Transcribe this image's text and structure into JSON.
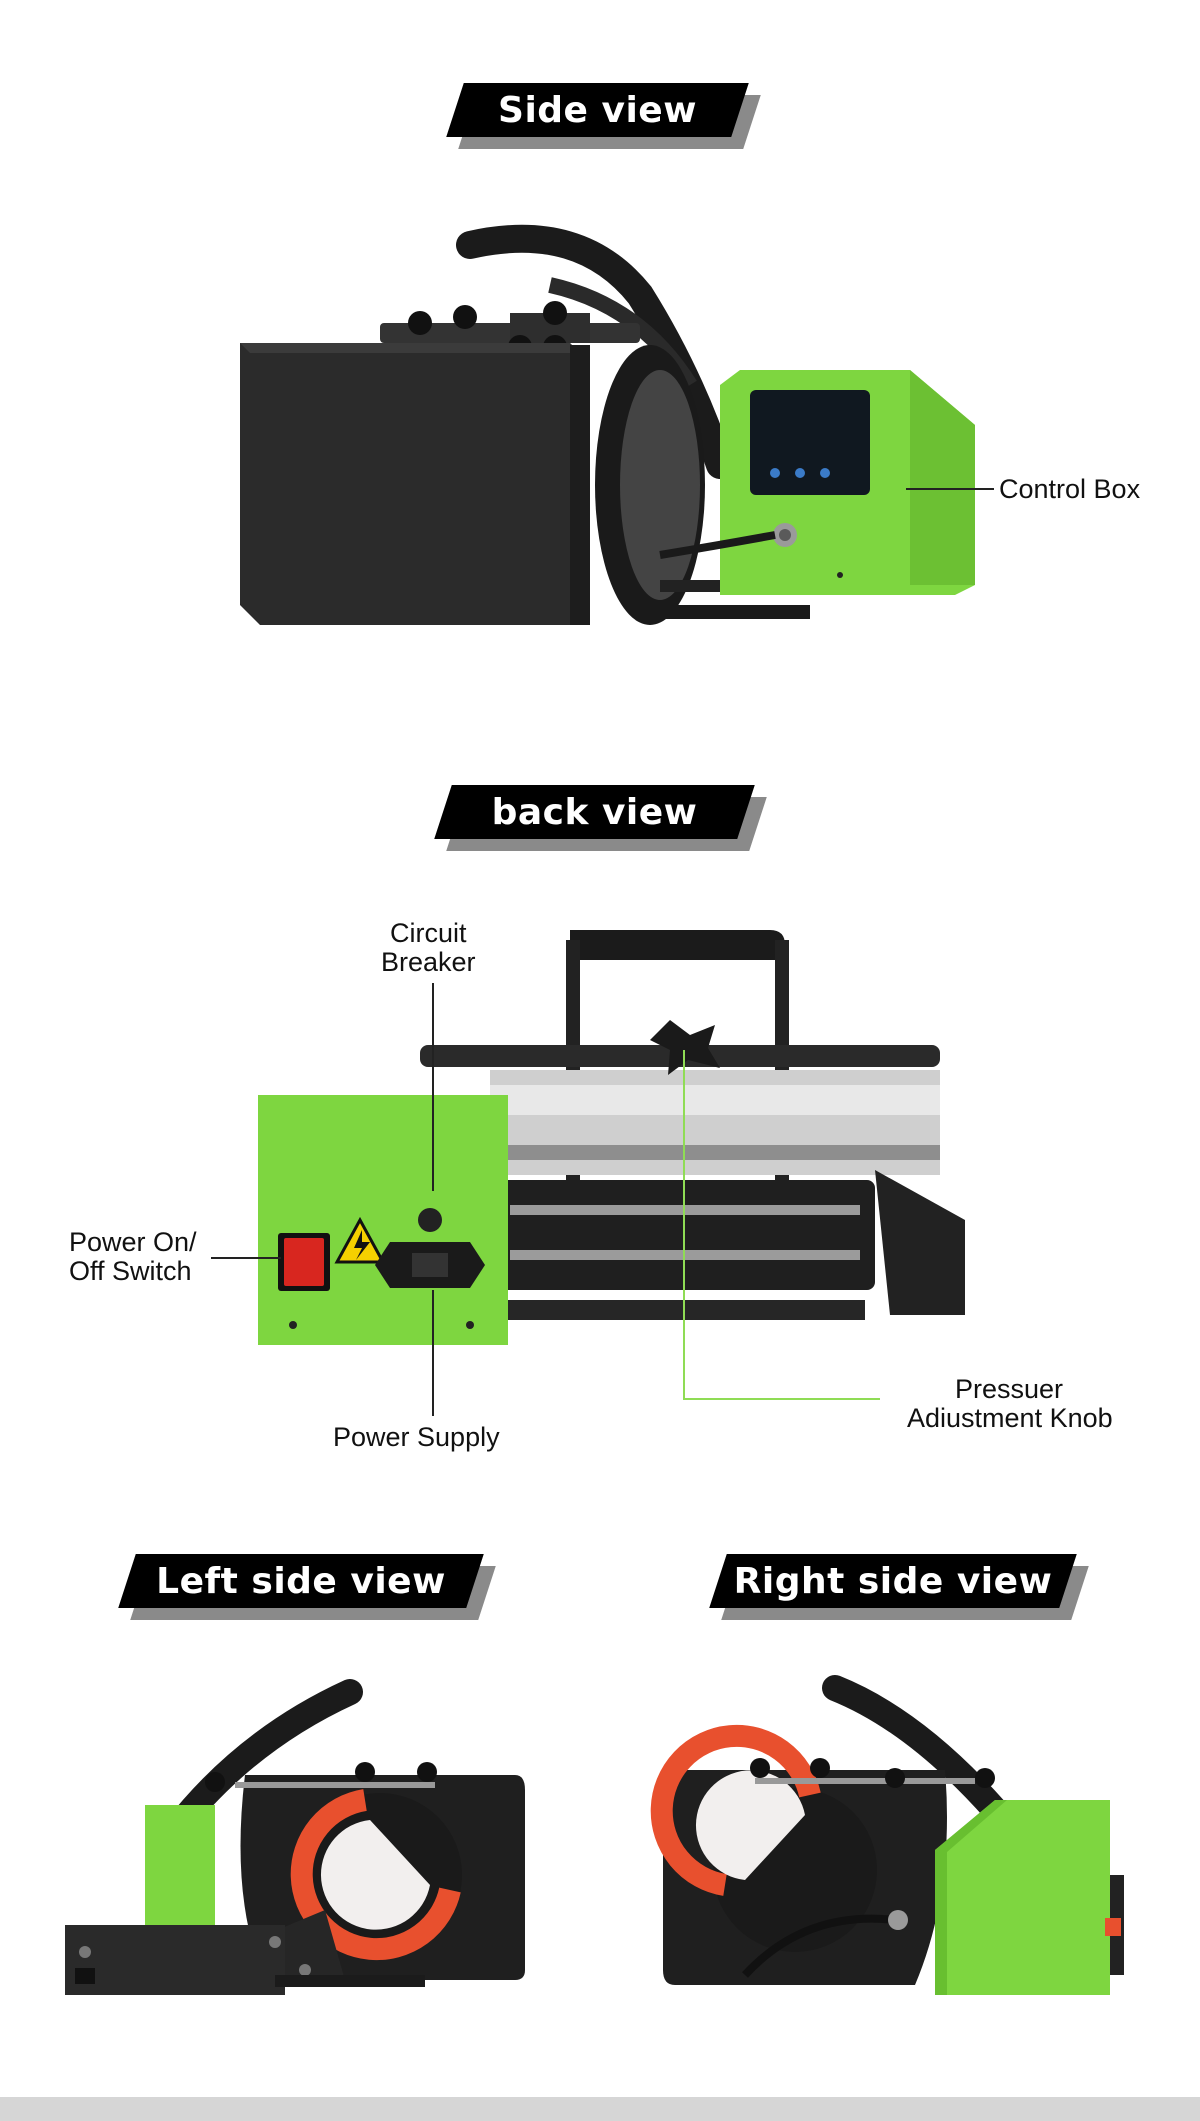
{
  "sections": {
    "side_view": {
      "title": "Side view"
    },
    "back_view": {
      "title": "back view"
    },
    "left_side_view": {
      "title": "Left side view"
    },
    "right_side_view": {
      "title": "Right side view"
    }
  },
  "labels": {
    "control_box": "Control Box",
    "circuit_breaker_l1": "Circuit",
    "circuit_breaker_l2": "Breaker",
    "power_switch_l1": "Power On/",
    "power_switch_l2": "Off Switch",
    "power_supply": "Power Supply",
    "knob_l1": "Pressuer",
    "knob_l2": "Adiustment Knob"
  },
  "colors": {
    "accent_green": "#7ed640",
    "body_black": "#2b2b2b",
    "heat_pad": "#e8502e",
    "switch_red": "#d8261f"
  }
}
